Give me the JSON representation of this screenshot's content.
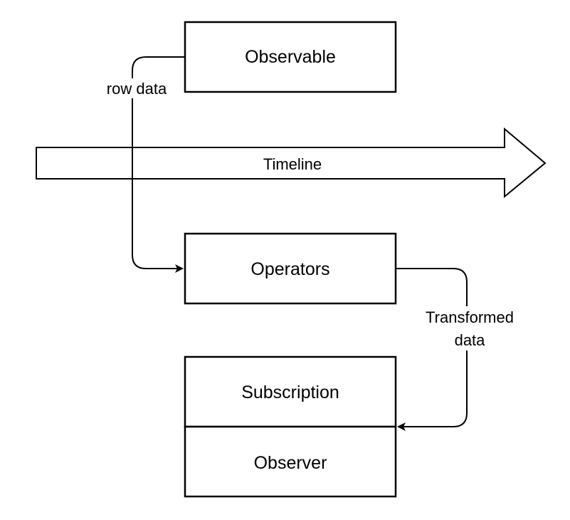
{
  "nodes": {
    "observable": "Observable",
    "timeline": "Timeline",
    "operators": "Operators",
    "subscription": "Subscription",
    "observer": "Observer"
  },
  "edges": {
    "raw_data": "row data",
    "transformed_line1": "Transformed",
    "transformed_line2": "data"
  },
  "colors": {
    "stroke": "#000000",
    "fill": "#ffffff",
    "text": "#000000"
  }
}
